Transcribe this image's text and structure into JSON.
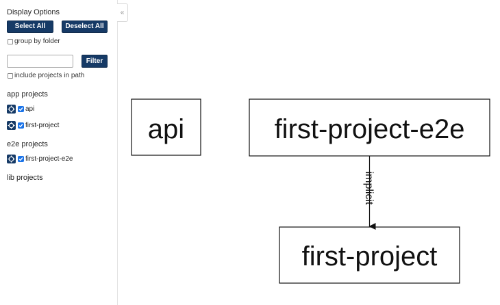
{
  "sidebar": {
    "display_options": "Display Options",
    "select_all": "Select All",
    "deselect_all": "Deselect All",
    "group_by_folder": "group by folder",
    "filter_placeholder": "",
    "filter_button": "Filter",
    "include_projects_in_path": "include projects in path",
    "app_projects_heading": "app projects",
    "app_projects": [
      {
        "label": "api",
        "checked": true
      },
      {
        "label": "first-project",
        "checked": true
      }
    ],
    "e2e_projects_heading": "e2e projects",
    "e2e_projects": [
      {
        "label": "first-project-e2e",
        "checked": true
      }
    ],
    "lib_projects_heading": "lib projects",
    "collapse_glyph": "«"
  },
  "graph": {
    "nodes": [
      "api",
      "first-project-e2e",
      "first-project"
    ],
    "edge_label": "implicit"
  },
  "colors": {
    "primary_button": "#163a66",
    "checkbox_blue": "#1a73e8"
  }
}
